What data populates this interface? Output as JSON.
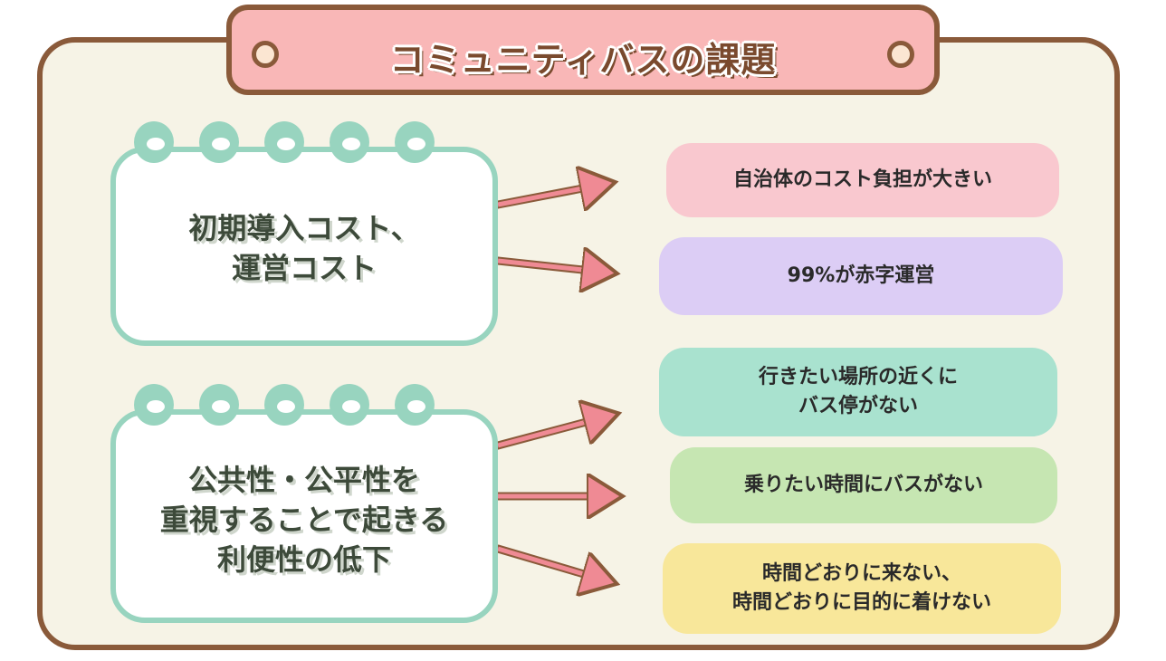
{
  "title": "コミュニティバスの課題",
  "causes": [
    {
      "lines": [
        "初期導入コスト、",
        "運営コスト"
      ]
    },
    {
      "lines": [
        "公共性・公平性を",
        "重視することで起きる",
        "利便性の低下"
      ]
    }
  ],
  "effects": [
    {
      "lines": [
        "自治体のコスト負担が大きい"
      ],
      "color": "#f9c8cf"
    },
    {
      "lines": [
        "99%が赤字運営"
      ],
      "color": "#dccdf5"
    },
    {
      "lines": [
        "行きたい場所の近くに",
        "バス停がない"
      ],
      "color": "#a9e2cf"
    },
    {
      "lines": [
        "乗りたい時間にバスがない"
      ],
      "color": "#c6e6b2"
    },
    {
      "lines": [
        "時間どおりに来ない、",
        "時間どおりに目的に着けない"
      ],
      "color": "#f8e79a"
    }
  ],
  "colors": {
    "frame": "#8a5a3a",
    "board": "#f6f3e6",
    "banner": "#f9b7b7",
    "notebook_border": "#98d4bf",
    "arrow": "#ef8a94"
  }
}
